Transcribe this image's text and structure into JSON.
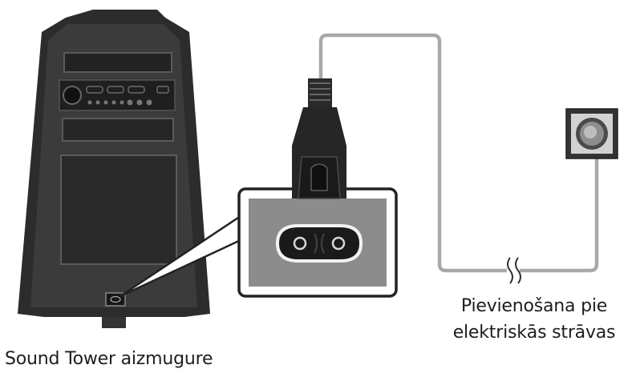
{
  "captions": {
    "tower_back": "Sound Tower aizmugure",
    "power_line1": "Pievienošana pie",
    "power_line2": "elektriskās strāvas"
  },
  "colors": {
    "cable": "#a9a9a9",
    "tower_body": "#2e2e2e",
    "tower_dark": "#1a1a1a",
    "panel_grey": "#8c8c8c",
    "outlet_plate": "#3a3a3a",
    "text": "#1e1e1e"
  },
  "icons": [
    "speaker-tower-back",
    "power-inlet-callout",
    "power-plug",
    "wall-socket",
    "cable-break-mark"
  ]
}
